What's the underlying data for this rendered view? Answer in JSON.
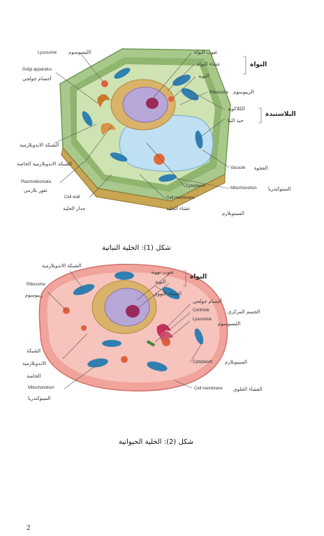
{
  "figure1": {
    "caption": "شكل (1): الخلية النباتية",
    "left_labels": {
      "lysosome_en": "Lysosome",
      "lysosome_ar": "الليسوسوم",
      "golgi_en": "Golgi apparatus",
      "golgi_ar": "أجسام جولجي",
      "er_ar": "الشبكة الاندوبلازمية",
      "rough_er_ar": "الشبكة الاندوبلازمية الخاصة",
      "plasmodesmata_en": "Plasmodesmata",
      "plasmodesmata_ar": "ثغور بلازمي",
      "cellwall_en": "Cell wall",
      "cellwall_ar": "جدار الخلية"
    },
    "right_labels": {
      "nucleolus_ar": "ثقوب النواة",
      "nuclear_envelope_ar": "غشاء النواة",
      "nucleolus2_ar": "النوية",
      "nucleus_group_ar": "النواة",
      "ribosome_en": "Ribosome",
      "ribosome_ar": "الريبوسوم",
      "chloroplast_ar": "الكلاكويد",
      "granum_ar": "حبة الثنا",
      "plastids_group_ar": "البلاستيدة",
      "vacuole_en": "Vacuole",
      "vacuole_ar": "الفجوة",
      "mitochondrion_en": "Mitochondrion",
      "mitochondrion_ar": "الميتوكندريا",
      "cytoplasm_en": "Cytoplasm",
      "cytoplasm_ar": "السيتوبلازم",
      "cellmembrane_en": "Cell membrane",
      "cellmembrane_ar": "غشاء الخلية"
    }
  },
  "figure2": {
    "caption": "شكل (2): الخلية الحيوانية",
    "left_labels": {
      "er_ar": "الشبكة الاندوبلازمية",
      "ribosome_en": "Ribosome",
      "ribosome_ar": "ريبوسوم",
      "rough_er_ar1": "الشبكة",
      "rough_er_ar2": "الاندوبلازمية",
      "rough_er_ar3": "الخاصة",
      "mitochondrion_en": "Mitochondrion",
      "mitochondrion_ar": "الميتوكندريا"
    },
    "right_labels": {
      "nuclear_pore_ar": "ثقوب نووية",
      "nucleolus_ar": "النوية",
      "nuclear_envelope_ar": "الغشاء النووي",
      "nucleus_group_ar": "النواة",
      "golgi_ar": "أجسام جولجي",
      "centriole_en": "Centriole",
      "centriole_ar": "الجسم المركزي",
      "lysosome_en": "Lysosome",
      "lysosome_ar": "الليسوسوم",
      "cytoplasm_en": "Cytoplasm",
      "cytoplasm_ar": "السيتوبلازم",
      "cellmembrane_en": "Cell membrane",
      "cellmembrane_ar": "الغشاء الخلوي"
    }
  },
  "page_number": "2"
}
